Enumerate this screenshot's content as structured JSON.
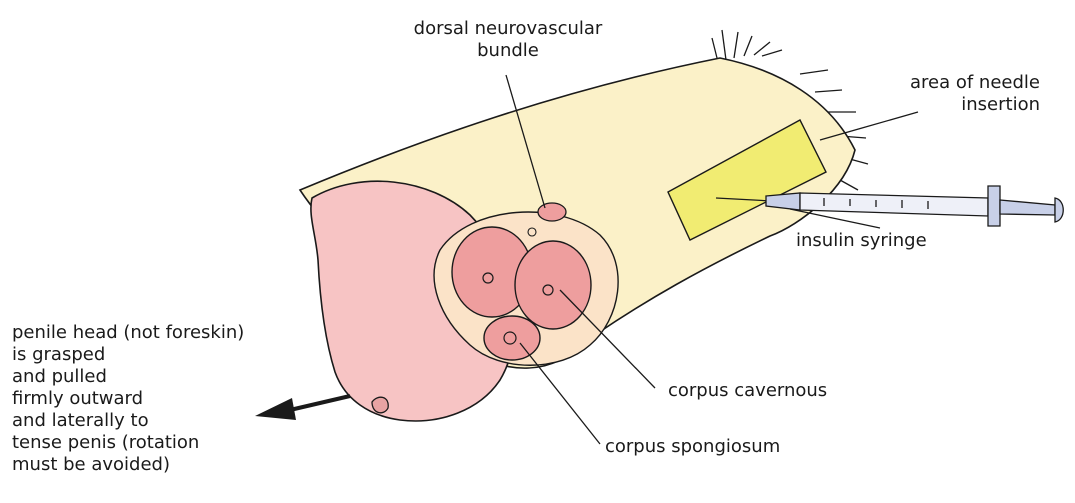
{
  "labels": {
    "dorsal_bundle": [
      "dorsal neurovascular",
      "bundle"
    ],
    "needle_area": [
      "area of needle",
      "insertion"
    ],
    "syringe": "insulin syringe",
    "corpus_cavernous": "corpus cavernous",
    "corpus_spongiosum": "corpus spongiosum",
    "penile_head": [
      "penile head (not foreskin)",
      "is grasped",
      "and pulled",
      "firmly outward",
      "and laterally to",
      "tense penis (rotation",
      "must be avoided)"
    ]
  },
  "colors": {
    "shaft": "#fbf1c8",
    "glans": "#f7c4c4",
    "cross_section": "#ee9e9e",
    "needle_area": "#f1ec72",
    "syringe": "#c8d0e8",
    "outline": "#1a1a1a"
  }
}
